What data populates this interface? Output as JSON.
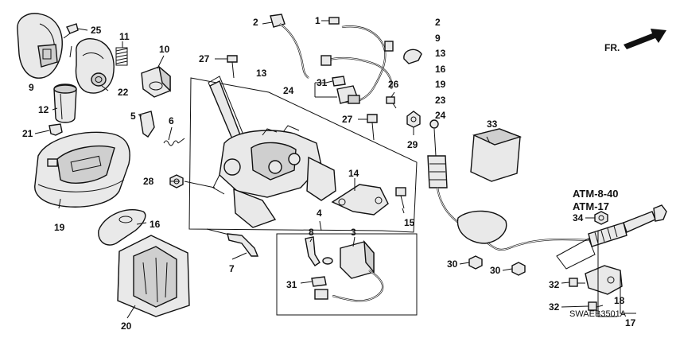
{
  "diagram": {
    "catalog_code": "SWAEB3501A",
    "front_indicator": "FR.",
    "reference_codes": [
      "ATM-8-40",
      "ATM-17"
    ],
    "parts_list_column": [
      "2",
      "9",
      "13",
      "16",
      "19",
      "23",
      "24"
    ],
    "callouts": {
      "c1": "1",
      "c2": "2",
      "c3": "3",
      "c4": "4",
      "c5": "5",
      "c6": "6",
      "c7": "7",
      "c8": "8",
      "c9": "9",
      "c10": "10",
      "c11": "11",
      "c12": "12",
      "c13": "13",
      "c14": "14",
      "c15": "15",
      "c16a": "16",
      "c16b": "16",
      "c17": "17",
      "c18": "18",
      "c19": "19",
      "c20": "20",
      "c21": "21",
      "c22": "22",
      "c24": "24",
      "c25": "25",
      "c26": "26",
      "c27a": "27",
      "c27b": "27",
      "c28": "28",
      "c29": "29",
      "c30a": "30",
      "c30b": "30",
      "c31a": "31",
      "c31b": "31",
      "c32a": "32",
      "c32b": "32",
      "c33": "33",
      "c34": "34"
    },
    "icons": [
      "front-arrow-icon"
    ]
  }
}
